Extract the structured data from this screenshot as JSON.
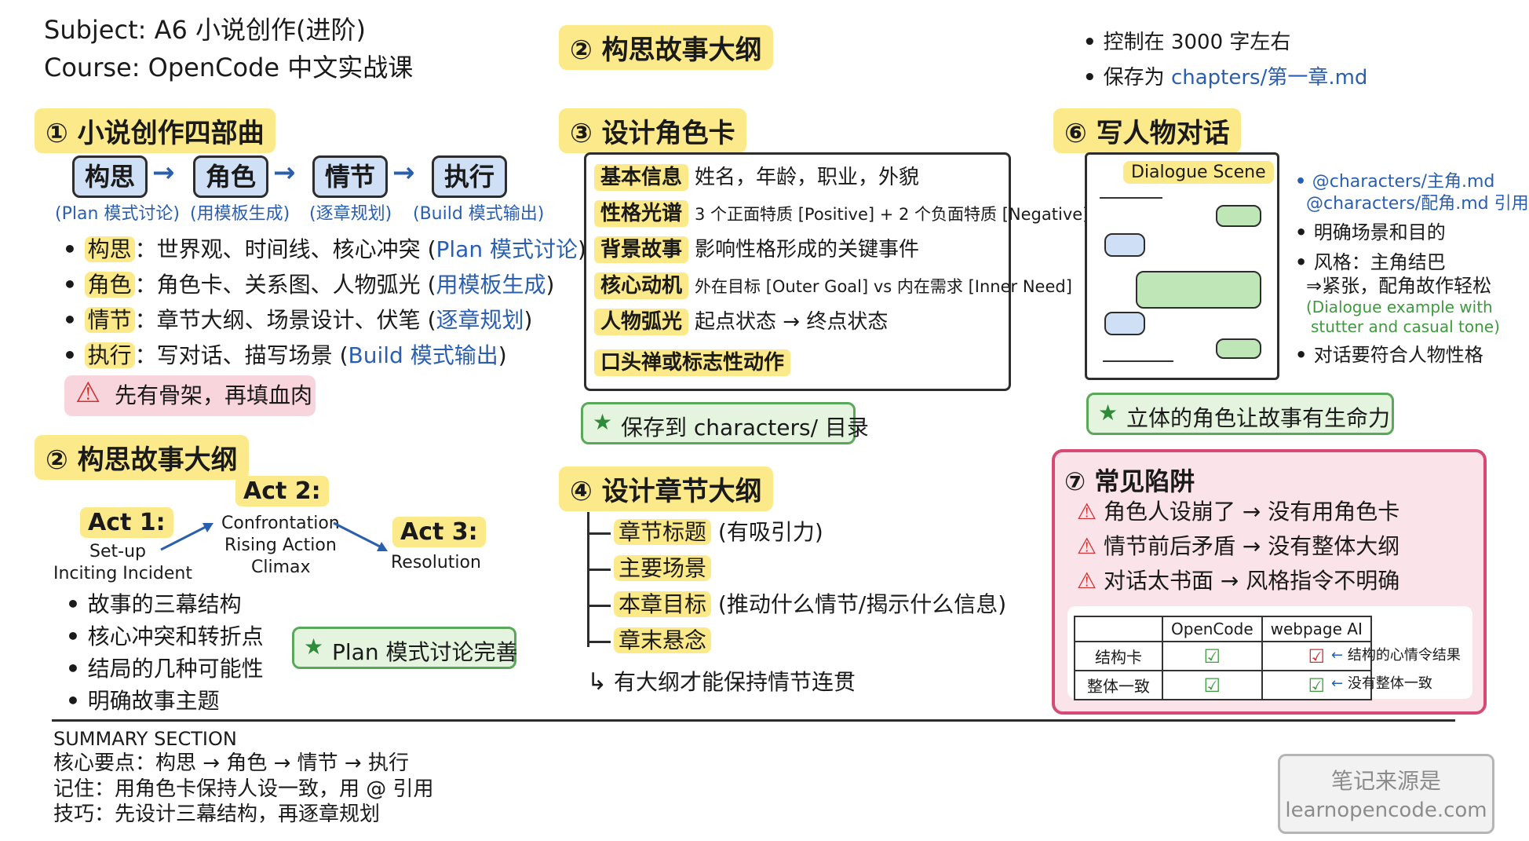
{
  "header": {
    "subject": "Subject: A6 小说创作(进阶)",
    "course": "Course: OpenCode 中文实战课"
  },
  "section1": {
    "title": "① 小说创作四部曲",
    "flow": [
      {
        "label": "构思",
        "sub": "(Plan 模式讨论)"
      },
      {
        "label": "角色",
        "sub": "(用模板生成)"
      },
      {
        "label": "情节",
        "sub": "(逐章规划)"
      },
      {
        "label": "执行",
        "sub": "(Build 模式输出)"
      }
    ],
    "arrow": "→",
    "bullets": [
      {
        "key": "构思",
        "text": "：世界观、时间线、核心冲突 (",
        "mode": "Plan 模式讨论",
        "end": ")"
      },
      {
        "key": "角色",
        "text": "：角色卡、关系图、人物弧光 (",
        "mode": "用模板生成",
        "end": ")"
      },
      {
        "key": "情节",
        "text": "：章节大纲、场景设计、伏笔 (",
        "mode": "逐章规划",
        "end": ")"
      },
      {
        "key": "执行",
        "text": "：写对话、描写场景 (",
        "mode": "Build 模式输出",
        "end": ")"
      }
    ],
    "warning": "先有骨架，再填血肉",
    "warning_icon": "⚠"
  },
  "section2": {
    "title": "② 构思故事大纲",
    "acts": [
      {
        "title": "Act 1:",
        "lines": [
          "Set-up",
          "Inciting Incident"
        ]
      },
      {
        "title": "Act 2:",
        "lines": [
          "Confrontation",
          "Rising Action",
          "Climax"
        ]
      },
      {
        "title": "Act 3:",
        "lines": [
          "Resolution"
        ]
      }
    ],
    "bullets": [
      "故事的三幕结构",
      "核心冲突和转折点",
      "结局的几种可能性",
      "明确故事主题"
    ],
    "badge": "Plan 模式讨论完善",
    "star": "★"
  },
  "section2b": {
    "title": "② 构思故事大纲"
  },
  "section3": {
    "title": "③ 设计角色卡",
    "rows": [
      {
        "tag": "基本信息",
        "text": "姓名，年龄，职业，外貌"
      },
      {
        "tag": "性格光谱",
        "text": "3 个正面特质 [Positive] + 2 个负面特质 [Negative]"
      },
      {
        "tag": "背景故事",
        "text": "影响性格形成的关键事件"
      },
      {
        "tag": "核心动机",
        "text": "外在目标 [Outer Goal] vs 内在需求 [Inner Need]"
      },
      {
        "tag": "人物弧光",
        "text": "起点状态 → 终点状态"
      },
      {
        "tag": "口头禅或标志性动作",
        "text": ""
      }
    ],
    "badge": "保存到 characters/ 目录"
  },
  "section4": {
    "title": "④ 设计章节大纲",
    "items": [
      {
        "tag": "章节标题",
        "text": "(有吸引力)"
      },
      {
        "tag": "主要场景",
        "text": ""
      },
      {
        "tag": "本章目标",
        "text": "(推动什么情节/揭示什么信息)"
      },
      {
        "tag": "章末悬念",
        "text": ""
      }
    ],
    "footer": "有大纲才能保持情节连贯",
    "footer_arrow": "↳"
  },
  "section5": {
    "bullets": [
      {
        "text": "控制在 3000 字左右",
        "link": ""
      },
      {
        "text": "保存为 ",
        "link": "chapters/第一章.md"
      }
    ]
  },
  "section6": {
    "title": "⑥ 写人物对话",
    "scene_label": "Dialogue Scene",
    "refs": [
      "@characters/主角.md",
      "@characters/配角.md 引用"
    ],
    "bullets": [
      "明确场景和目的",
      "风格：主角结巴",
      "⇒紧张，配角故作轻松",
      "对话要符合人物性格"
    ],
    "example_note": [
      "(Dialogue example with",
      "stutter and casual tone)"
    ],
    "badge": "立体的角色让故事有生命力"
  },
  "section7": {
    "title": "⑦ 常见陷阱",
    "traps": [
      "角色人设崩了 → 没有用角色卡",
      "情节前后矛盾 → 没有整体大纲",
      "对话太书面 → 风格指令不明确"
    ],
    "table": {
      "headers": [
        "",
        "OpenCode",
        "webpage AI"
      ],
      "rows": [
        {
          "label": "结构卡",
          "a": "☑",
          "b": "☑",
          "note": "结构的心情令结果"
        },
        {
          "label": "整体一致",
          "a": "☑",
          "b": "☑",
          "note": "没有整体一致"
        }
      ],
      "note_arrow": "←"
    }
  },
  "summary": {
    "heading": "SUMMARY SECTION",
    "lines": [
      "核心要点：构思 → 角色 → 情节 → 执行",
      "记住：用角色卡保持人设一致，用 @ 引用",
      "技巧：先设计三幕结构，再逐章规划"
    ]
  },
  "watermark": {
    "line1": "笔记来源是",
    "line2": "learnopencode.com"
  },
  "colors": {
    "highlight": "#fbe98a",
    "blue_text": "#2a5fb0",
    "flow_box": "#cfe0f6",
    "green_badge": "#e5f4df",
    "trap_border": "#d64a73",
    "warn_bg": "#f8d4dc"
  }
}
